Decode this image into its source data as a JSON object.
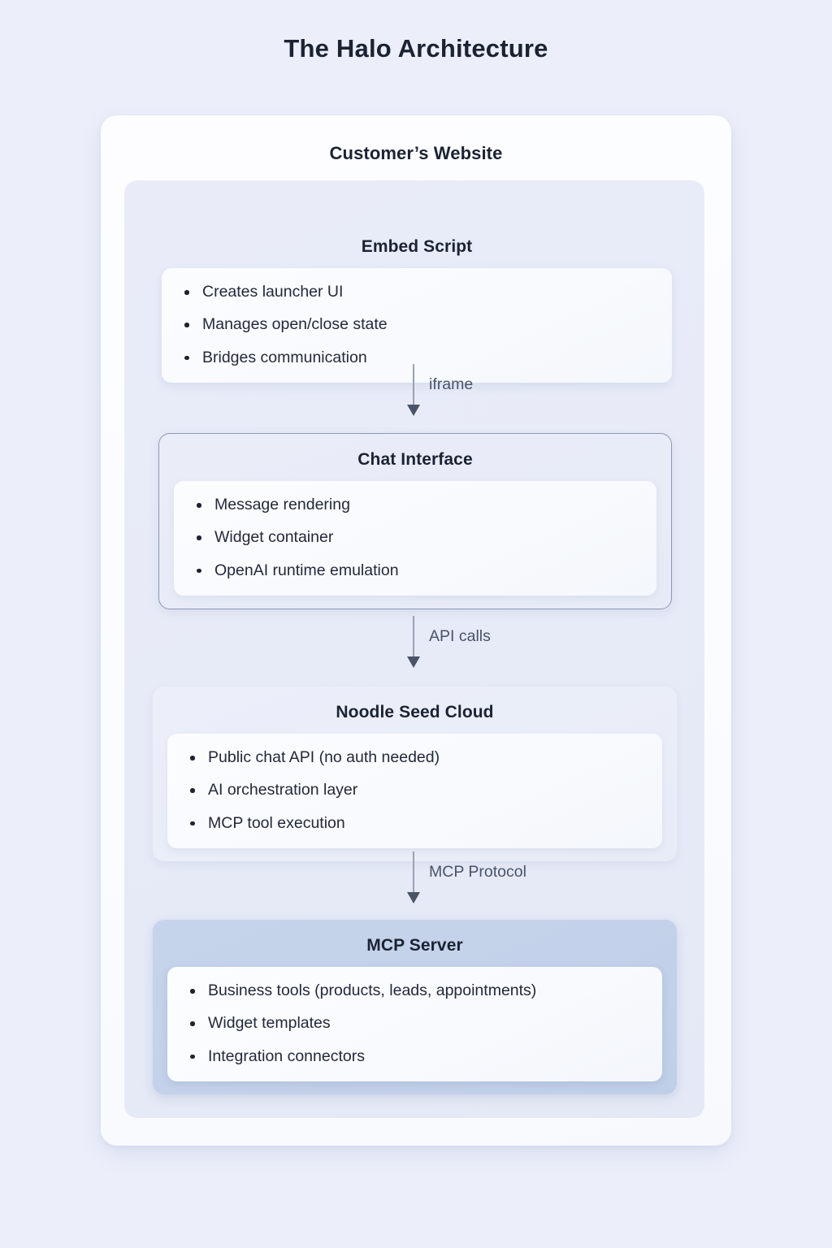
{
  "page": {
    "title": "The Halo Architecture",
    "background_color": "#eceffa",
    "text_color": "#1e2537"
  },
  "website_card": {
    "title": "Customer’s Website",
    "background_color": "#fbfcfe"
  },
  "nodes": [
    {
      "id": "embed-script",
      "title": "Embed Script",
      "items": [
        "Creates launcher UI",
        "Manages open/close state",
        "Bridges communication"
      ],
      "fill_color": "#e8ebf7",
      "bordered": false
    },
    {
      "id": "chat-interface",
      "title": "Chat Interface",
      "items": [
        "Message rendering",
        "Widget container",
        "OpenAI runtime emulation"
      ],
      "fill_color": "#e8ecf7",
      "border_color": "#8b99b5",
      "bordered": true
    },
    {
      "id": "noodle-seed-cloud",
      "title": "Noodle Seed Cloud",
      "items": [
        "Public chat API (no auth needed)",
        "AI orchestration layer",
        "MCP tool execution"
      ],
      "fill_color": "#eaeef9",
      "bordered": false
    },
    {
      "id": "mcp-server",
      "title": "MCP Server",
      "items": [
        "Business tools (products, leads, appointments)",
        "Widget templates",
        "Integration connectors"
      ],
      "fill_color": "#c3d1e9",
      "bordered": false
    }
  ],
  "connectors": [
    {
      "id": "iframe",
      "label": "iframe",
      "from": "embed-script",
      "to": "chat-interface",
      "direction": "down",
      "color": "#98a2b6"
    },
    {
      "id": "api-calls",
      "label": "API calls",
      "from": "chat-interface",
      "to": "noodle-seed-cloud",
      "direction": "down",
      "color": "#98a2b6"
    },
    {
      "id": "mcp-protocol",
      "label": "MCP Protocol",
      "from": "noodle-seed-cloud",
      "to": "mcp-server",
      "direction": "down",
      "color": "#98a2b6"
    }
  ]
}
